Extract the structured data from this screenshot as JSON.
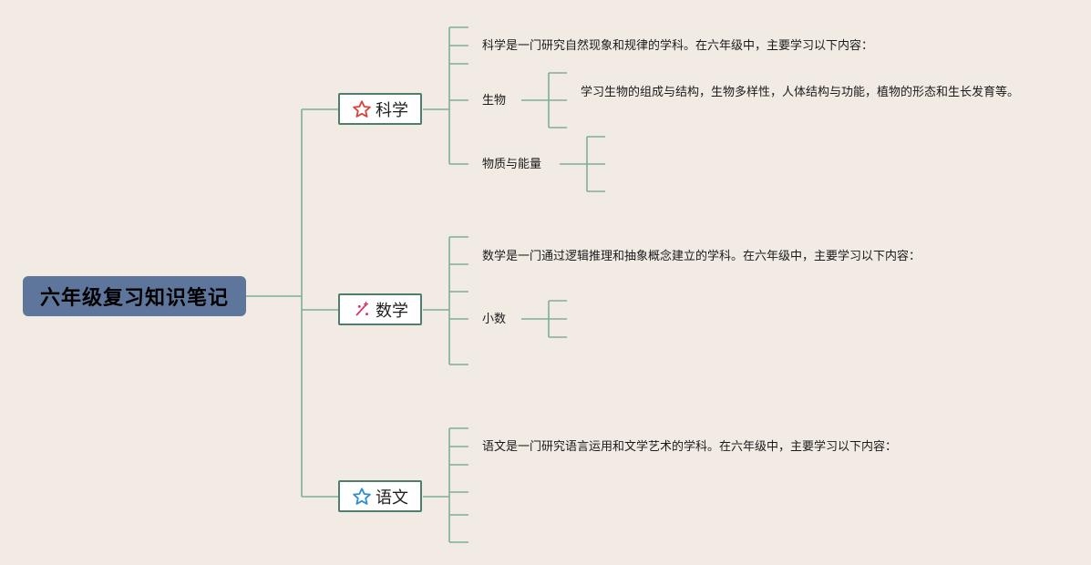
{
  "root": {
    "label": "六年级复习知识笔记"
  },
  "topics": [
    {
      "label": "科学",
      "icon": "red-star-icon",
      "color": "#d9453a",
      "intro": "科学是一门研究自然现象和规律的学科。在六年级中，主要学习以下内容：",
      "children": [
        {
          "label": "生物",
          "detail": "学习生物的组成与结构，生物多样性，人体结构与功能，植物的形态和生长发育等。"
        },
        {
          "label": "物质与能量"
        }
      ]
    },
    {
      "label": "数学",
      "icon": "math-sparkle-icon",
      "color": "#d63a6a",
      "intro": "数学是一门通过逻辑推理和抽象概念建立的学科。在六年级中，主要学习以下内容：",
      "children": [
        {
          "label": "小数"
        }
      ]
    },
    {
      "label": "语文",
      "icon": "blue-star-icon",
      "color": "#2f8fd3",
      "intro": "语文是一门研究语言运用和文学艺术的学科。在六年级中，主要学习以下内容：",
      "children": []
    }
  ],
  "colors": {
    "background": "#f1ebe4",
    "root": "#5e759c",
    "connector": "#7fae9c",
    "topic_border": "#4e7f6c"
  }
}
